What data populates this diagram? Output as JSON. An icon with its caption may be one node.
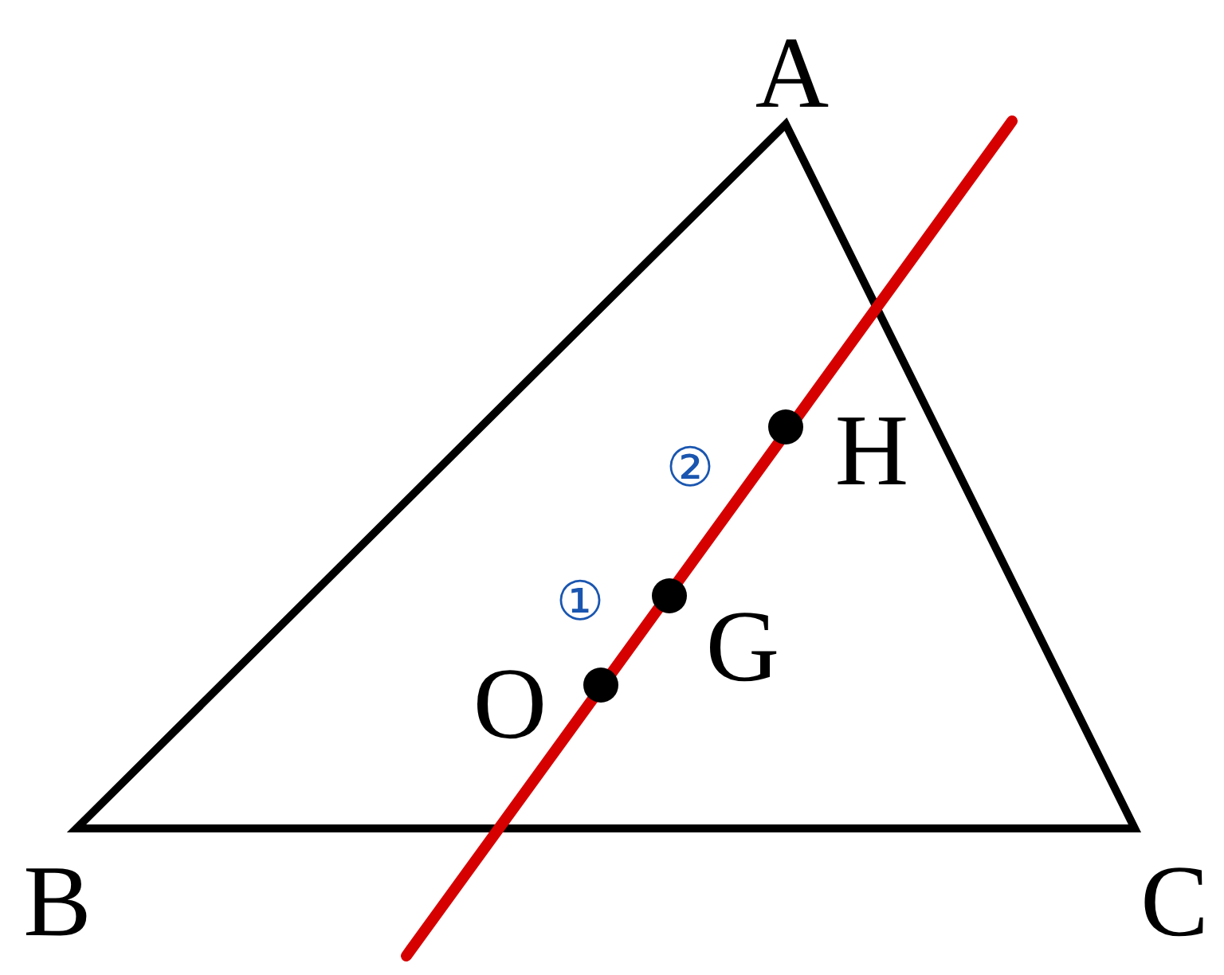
{
  "diagram": {
    "labels": [
      "A",
      "②",
      "H",
      "①",
      "G",
      "O",
      "B",
      "C"
    ]
  }
}
